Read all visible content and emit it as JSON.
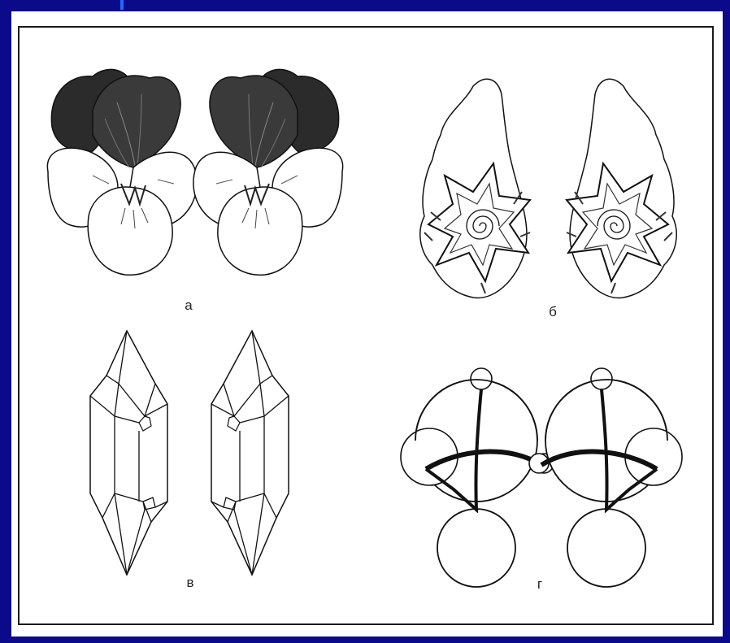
{
  "labels": {
    "a": "а",
    "b": "б",
    "c": "в",
    "d": "г"
  },
  "colors": {
    "slide_background": "#0a0a8a",
    "accent": "#1e6cff",
    "paper": "#ffffff",
    "ink": "#1a1a1a"
  },
  "icons": {
    "pansy_pair": "pansy-flowers-mirror-pair",
    "shell_pair": "spiral-shells-mirror-pair",
    "crystal_pair": "quartz-crystals-mirror-pair",
    "molecule_pair": "chiral-molecules-mirror-pair"
  }
}
